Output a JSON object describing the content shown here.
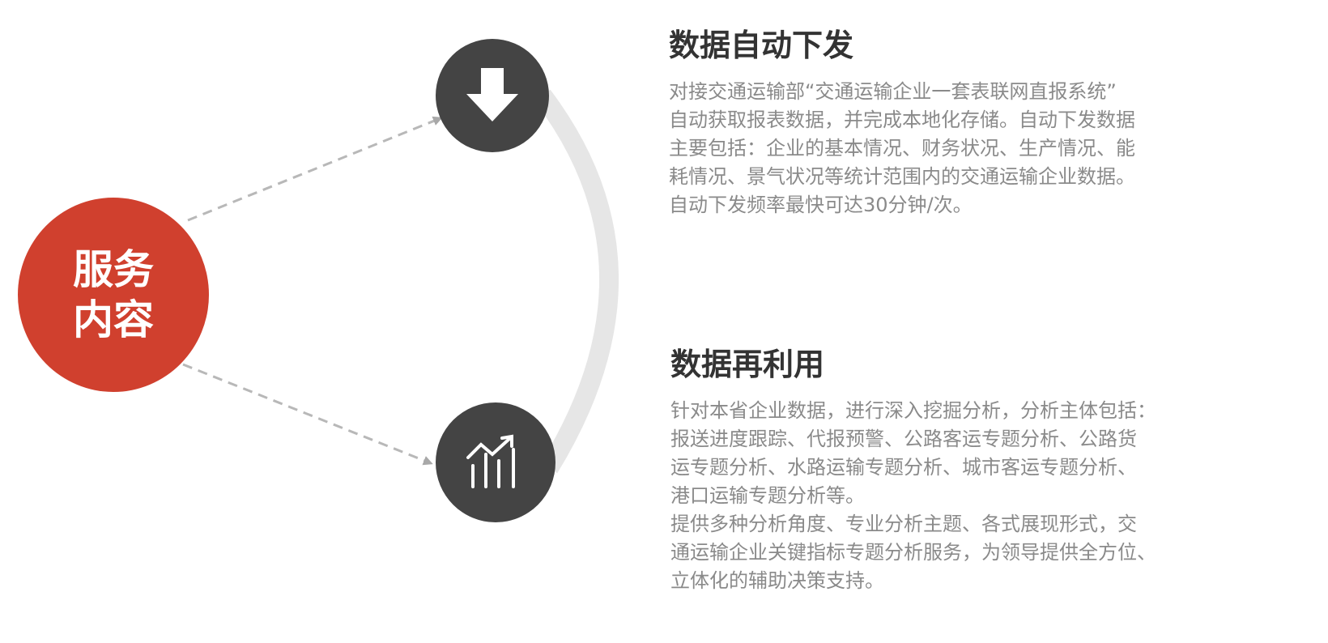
{
  "hub": {
    "label_line1": "服务",
    "label_line2": "内容",
    "color": "#d0402e"
  },
  "nodes": {
    "top_icon": "arrow-down-icon",
    "bottom_icon": "bar-chart-trend-icon",
    "color": "#444444",
    "connector_color": "#e6e6e6",
    "arrow_color": "#b0b0b0"
  },
  "sections": {
    "distribution": {
      "title": "数据自动下发",
      "lines": [
        "对接交通运输部“交通运输企业一套表联网直报系统”",
        "自动获取报表数据，并完成本地化存储。自动下发数据",
        "主要包括：企业的基本情况、财务状况、生产情况、能",
        "耗情况、景气状况等统计范围内的交通运输企业数据。",
        "自动下发频率最快可达30分钟/次。"
      ]
    },
    "reuse": {
      "title": "数据再利用",
      "lines": [
        "针对本省企业数据，进行深入挖掘分析，分析主体包括：",
        "报送进度跟踪、代报预警、公路客运专题分析、公路货",
        "运专题分析、水路运输专题分析、城市客运专题分析、",
        "港口运输专题分析等。",
        "提供多种分析角度、专业分析主题、各式展现形式，交",
        "通运输企业关键指标专题分析服务，为领导提供全方位、",
        "立体化的辅助决策支持。"
      ]
    }
  }
}
